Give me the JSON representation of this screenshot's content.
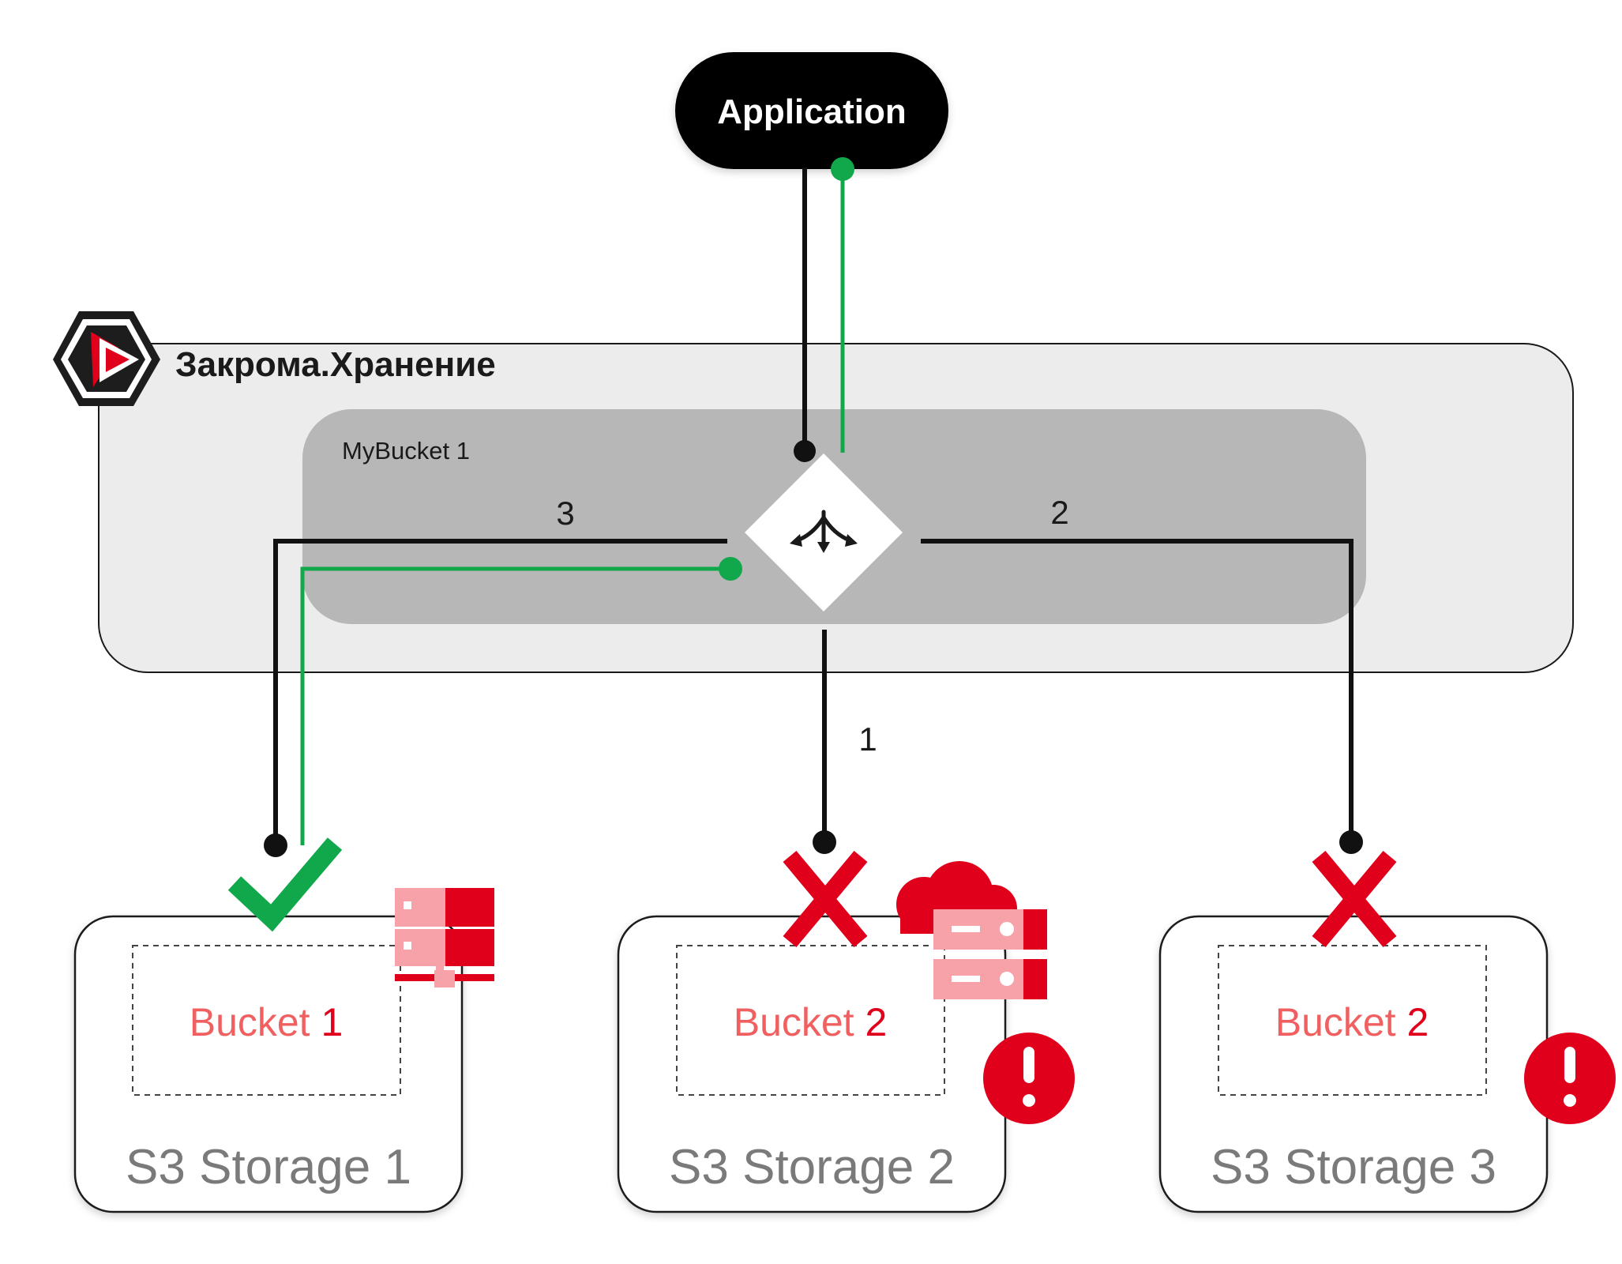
{
  "application": {
    "label": "Application"
  },
  "platform": {
    "name": "Закрома.Хранение",
    "logo_icon": "zakroma-hex-logo-icon"
  },
  "virtual_bucket": {
    "label": "MyBucket 1",
    "router_icon": "split-arrows-icon"
  },
  "routes": [
    {
      "order": "1",
      "target": "S3 Storage 2"
    },
    {
      "order": "2",
      "target": "S3 Storage 3"
    },
    {
      "order": "3",
      "target": "S3 Storage 1"
    }
  ],
  "storages": [
    {
      "name": "S3 Storage 1",
      "bucket_text": "Bucket ",
      "bucket_num": "1",
      "status": "ok",
      "status_icon": "check-icon",
      "type_icon": "on-prem-server-icon",
      "alert": false
    },
    {
      "name": "S3 Storage 2",
      "bucket_text": "Bucket ",
      "bucket_num": "2",
      "status": "failed",
      "status_icon": "cross-icon",
      "type_icon": "cloud-server-icon",
      "alert": true
    },
    {
      "name": "S3 Storage 3",
      "bucket_text": "Bucket ",
      "bucket_num": "2",
      "status": "failed",
      "status_icon": "cross-icon",
      "type_icon": "none",
      "alert": true
    }
  ],
  "colors": {
    "success": "#10a84a",
    "error": "#e0001b",
    "bucket_text": "#f06060",
    "line": "#111111",
    "platform_bg": "#ececec",
    "bucket_bg": "#b7b7b7"
  }
}
